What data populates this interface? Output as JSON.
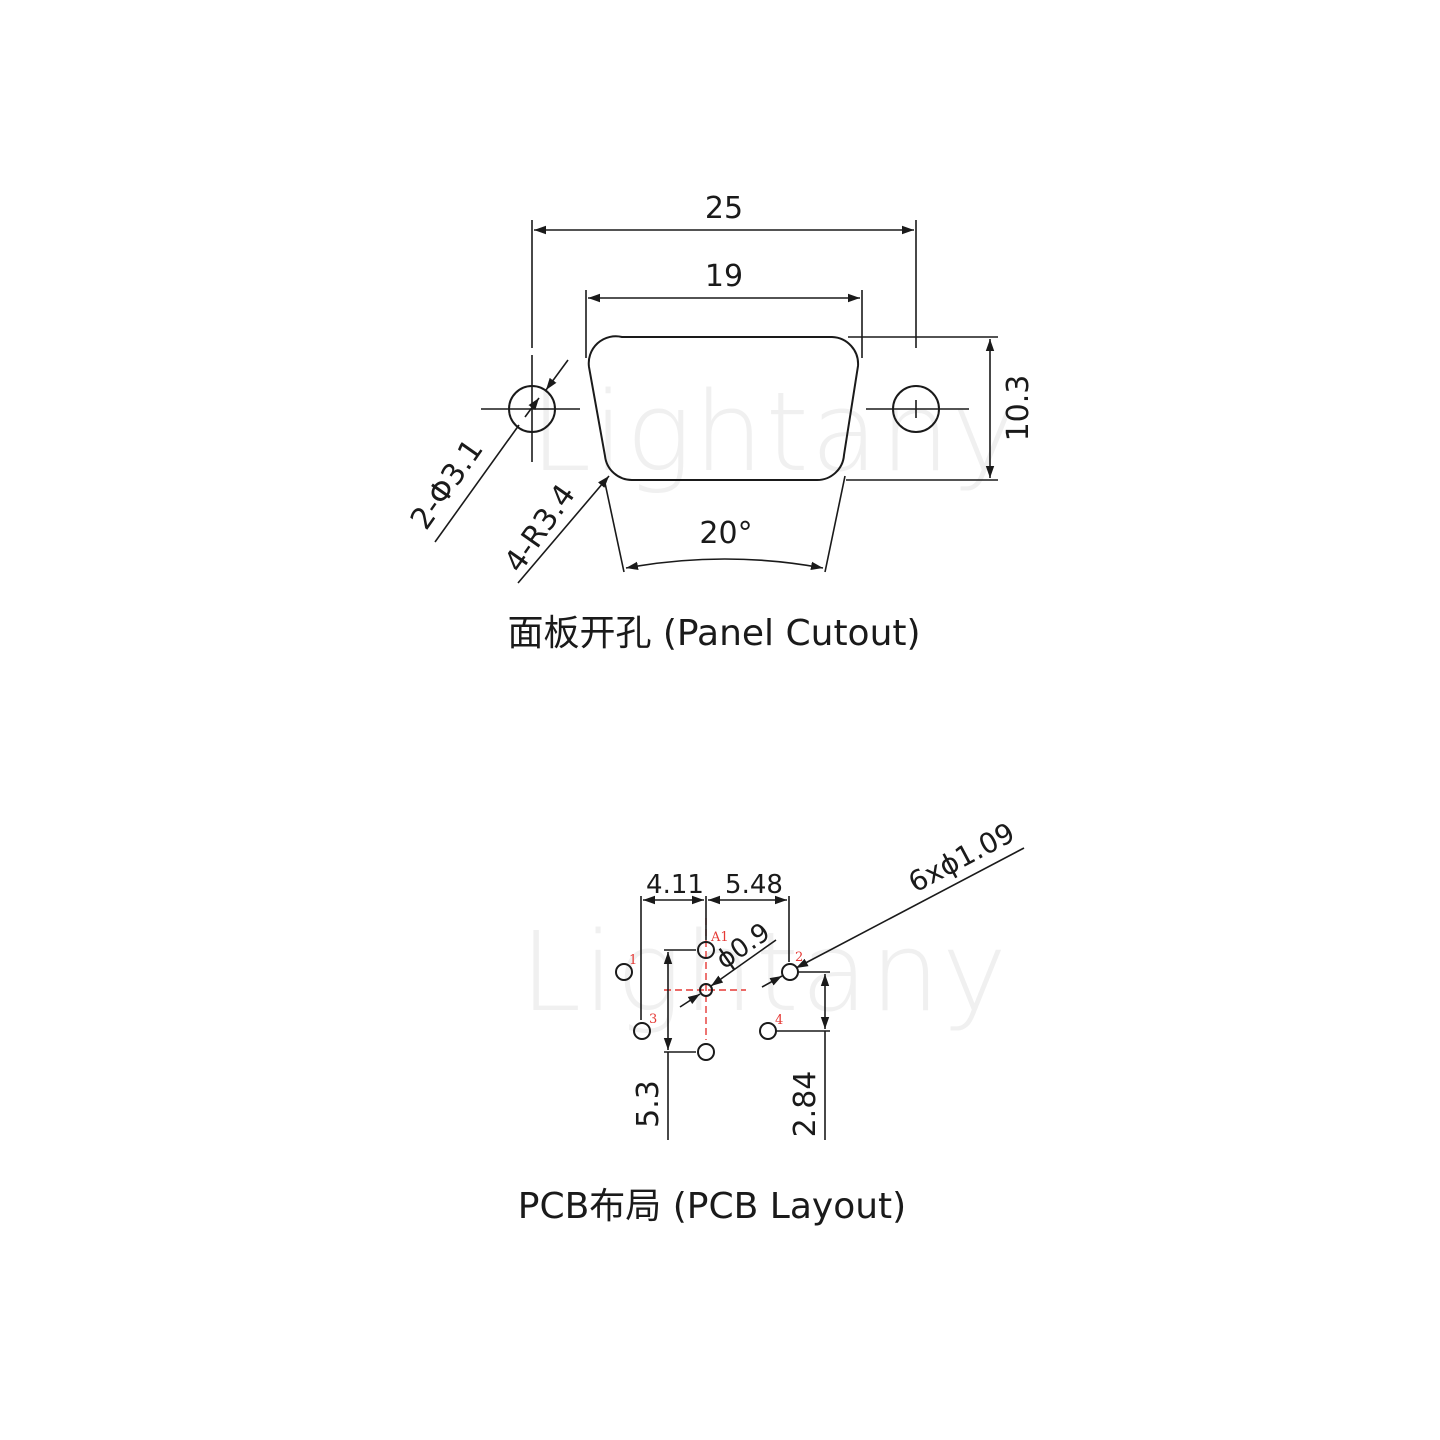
{
  "watermark": "Lightany",
  "panel": {
    "caption": "面板开孔 (Panel Cutout)",
    "dim_overall": "25",
    "dim_cutout_width": "19",
    "dim_height": "10.3",
    "dim_mount_hole": "2-Φ3.1",
    "dim_corner_radius": "4-R3.4",
    "dim_angle": "20°"
  },
  "pcb": {
    "caption": "PCB布局 (PCB Layout)",
    "dim_left_offset": "4.11",
    "dim_right_offset": "5.48",
    "dim_center_hole": "ϕ0.9",
    "dim_pin_holes": "6xϕ1.09",
    "dim_left_vertical": "5.3",
    "dim_right_vertical": "2.84",
    "pin_labels": [
      "A1",
      "1",
      "2",
      "3",
      "4"
    ],
    "pin_label_color": "#e53935"
  }
}
